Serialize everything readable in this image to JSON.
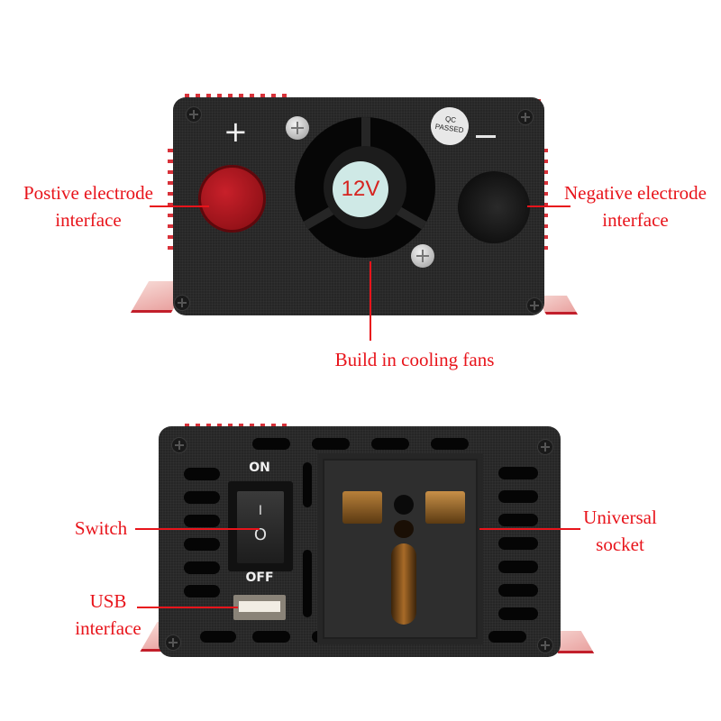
{
  "top_view": {
    "plus_symbol": "+",
    "minus_symbol": "—",
    "fan_label": "12V",
    "qc_badge": {
      "line1": "QC",
      "line2": "PASSED"
    },
    "annotations": {
      "positive": {
        "line1": "Postive electrode",
        "line2": "interface"
      },
      "negative": {
        "line1": "Negative electrode",
        "line2": "interface"
      },
      "fans": "Build in cooling fans"
    }
  },
  "bottom_view": {
    "switch_on_label": "ON",
    "switch_off_label": "OFF",
    "switch_glyph_on": "I",
    "switch_glyph_off": "O",
    "annotations": {
      "switch": "Switch",
      "usb": {
        "line1": "USB",
        "line2": "interface"
      },
      "socket": {
        "line1": "Universal",
        "line2": "socket"
      }
    }
  },
  "colors": {
    "annotation_red": "#e8141b",
    "panel": "#262626",
    "fin_red": "#d8323a",
    "positive_terminal": "#b3121c",
    "negative_terminal": "#111111",
    "fan_label_bg": "#cfe9e6",
    "fan_label_text": "#d6231f"
  }
}
